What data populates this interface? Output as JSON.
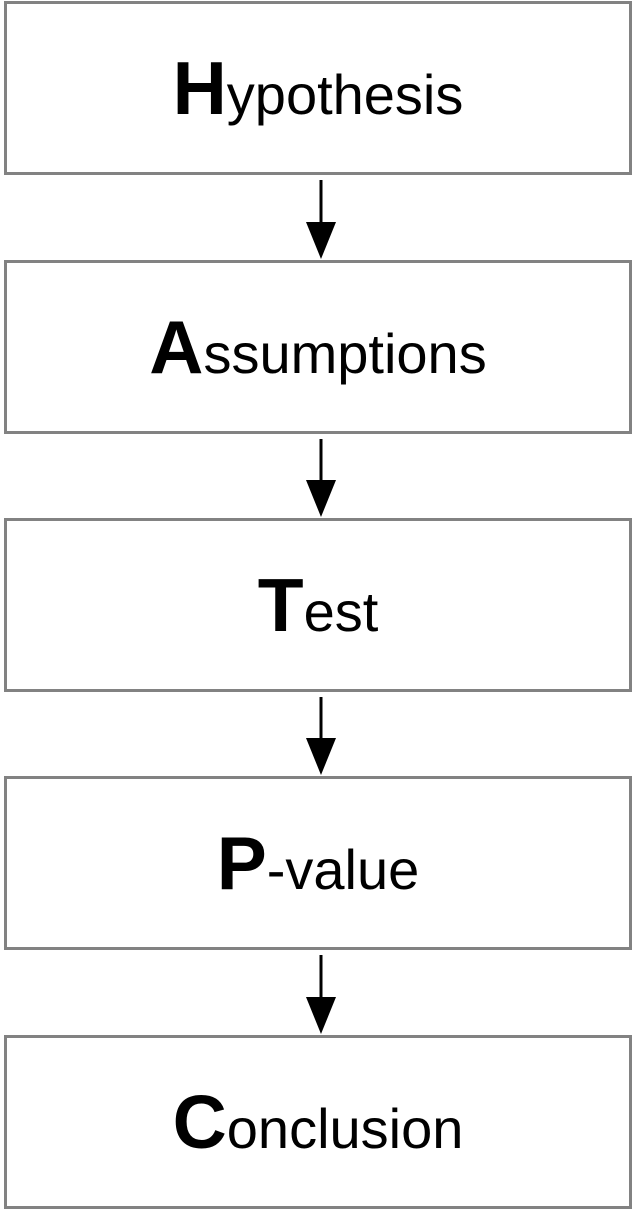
{
  "diagram": {
    "steps": [
      {
        "initial": "H",
        "rest": "ypothesis"
      },
      {
        "initial": "A",
        "rest": "ssumptions"
      },
      {
        "initial": "T",
        "rest": "est"
      },
      {
        "initial": "P",
        "rest": "-value"
      },
      {
        "initial": "C",
        "rest": "onclusion"
      }
    ],
    "colors": {
      "box_border": "#828282",
      "arrow": "#000000",
      "text": "#000000",
      "background": "#ffffff"
    }
  }
}
